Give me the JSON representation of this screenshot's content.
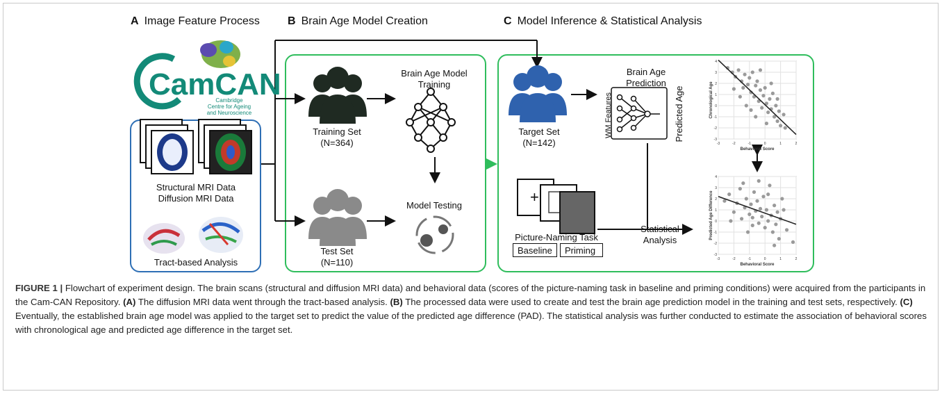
{
  "sections": {
    "a": {
      "letter": "A",
      "title": "Image Feature Process"
    },
    "b": {
      "letter": "B",
      "title": "Brain Age Model Creation"
    },
    "c": {
      "letter": "C",
      "title": "Model Inference & Statistical Analysis"
    }
  },
  "camcan": {
    "logo_text": "CamCAN",
    "sub1": "Cambridge",
    "sub2": "Centre for Ageing",
    "sub3": "and Neuroscience"
  },
  "panel_a": {
    "mri_line1": "Structural MRI Data",
    "mri_line2": "Diffusion MRI Data",
    "tract_label": "Tract-based Analysis"
  },
  "panel_b": {
    "training_set": "Training Set",
    "training_n": "(N=364)",
    "test_set": "Test Set",
    "test_n": "(N=110)",
    "model_training_1": "Brain Age Model",
    "model_training_2": "Training",
    "model_testing": "Model Testing"
  },
  "panel_c": {
    "target_set": "Target Set",
    "target_n": "(N=142)",
    "prediction_1": "Brain Age",
    "prediction_2": "Prediction",
    "wm_features": "WM Features",
    "predicted_age": "Predicted Age",
    "task_label": "Picture-Naming Task",
    "baseline": "Baseline",
    "priming": "Priming",
    "stat_1": "Statistical",
    "stat_2": "Analysis"
  },
  "chart_data": [
    {
      "type": "scatter",
      "xlabel": "Behavioral Score",
      "ylabel": "Chronological Age",
      "x_ticks": [
        "-3",
        "-2",
        "-1",
        "0",
        "1",
        "2"
      ],
      "y_ticks": [
        "4",
        "3",
        "2",
        "1",
        "0",
        "-1",
        "-2",
        "-3"
      ],
      "xlim": [
        -3,
        2
      ],
      "ylim": [
        -3,
        4
      ],
      "grid": true,
      "regression": {
        "x": [
          -3,
          2
        ],
        "y": [
          4.1,
          -2.6
        ]
      },
      "points": [
        [
          -2.4,
          3.4
        ],
        [
          -2.1,
          3.0
        ],
        [
          -1.9,
          2.6
        ],
        [
          -1.7,
          3.2
        ],
        [
          -1.5,
          2.2
        ],
        [
          -1.4,
          1.6
        ],
        [
          -1.3,
          2.8
        ],
        [
          -1.1,
          1.9
        ],
        [
          -1.0,
          2.5
        ],
        [
          -0.9,
          1.2
        ],
        [
          -0.8,
          3.0
        ],
        [
          -0.7,
          0.8
        ],
        [
          -0.6,
          1.8
        ],
        [
          -0.5,
          2.2
        ],
        [
          -0.4,
          0.4
        ],
        [
          -0.3,
          1.4
        ],
        [
          -0.2,
          -0.2
        ],
        [
          -0.1,
          0.9
        ],
        [
          0.0,
          1.6
        ],
        [
          0.1,
          0.2
        ],
        [
          0.2,
          -0.6
        ],
        [
          0.3,
          0.6
        ],
        [
          0.4,
          -0.3
        ],
        [
          0.5,
          1.1
        ],
        [
          0.6,
          -1.0
        ],
        [
          0.7,
          0.0
        ],
        [
          0.8,
          -1.4
        ],
        [
          0.9,
          -0.5
        ],
        [
          1.0,
          -1.8
        ],
        [
          1.2,
          -0.8
        ],
        [
          1.3,
          -2.0
        ],
        [
          -1.6,
          0.8
        ],
        [
          -0.9,
          -0.4
        ],
        [
          -0.3,
          3.2
        ],
        [
          0.4,
          2.0
        ],
        [
          -1.2,
          0.0
        ],
        [
          0.1,
          -1.6
        ],
        [
          0.8,
          0.6
        ],
        [
          -2.0,
          1.5
        ],
        [
          -0.6,
          -1.0
        ]
      ]
    },
    {
      "type": "scatter",
      "xlabel": "Behavioral Score",
      "ylabel": "Predicted Age Difference",
      "x_ticks": [
        "-3",
        "-2",
        "-1",
        "0",
        "1",
        "2"
      ],
      "y_ticks": [
        "4",
        "3",
        "2",
        "1",
        "0",
        "-1",
        "-2",
        "-3"
      ],
      "xlim": [
        -3,
        2
      ],
      "ylim": [
        -3,
        4
      ],
      "grid": true,
      "regression": {
        "x": [
          -3,
          2
        ],
        "y": [
          2.2,
          -0.3
        ]
      },
      "points": [
        [
          -2.6,
          1.8
        ],
        [
          -2.3,
          2.4
        ],
        [
          -2.0,
          0.8
        ],
        [
          -1.8,
          1.6
        ],
        [
          -1.6,
          2.9
        ],
        [
          -1.5,
          0.2
        ],
        [
          -1.3,
          1.2
        ],
        [
          -1.2,
          2.0
        ],
        [
          -1.0,
          0.6
        ],
        [
          -0.9,
          1.5
        ],
        [
          -0.8,
          -0.4
        ],
        [
          -0.7,
          2.6
        ],
        [
          -0.6,
          0.9
        ],
        [
          -0.5,
          1.8
        ],
        [
          -0.4,
          -0.2
        ],
        [
          -0.3,
          1.1
        ],
        [
          -0.2,
          0.4
        ],
        [
          -0.1,
          2.2
        ],
        [
          0.0,
          -0.6
        ],
        [
          0.1,
          1.0
        ],
        [
          0.2,
          0.0
        ],
        [
          0.3,
          3.2
        ],
        [
          0.4,
          0.5
        ],
        [
          0.5,
          -1.0
        ],
        [
          0.6,
          1.4
        ],
        [
          0.7,
          -0.3
        ],
        [
          0.8,
          0.8
        ],
        [
          0.9,
          -1.6
        ],
        [
          1.0,
          0.2
        ],
        [
          1.2,
          1.0
        ],
        [
          1.4,
          -0.8
        ],
        [
          1.8,
          -1.9
        ],
        [
          -2.2,
          0.0
        ],
        [
          -1.1,
          -1.0
        ],
        [
          -0.4,
          3.6
        ],
        [
          0.2,
          2.4
        ],
        [
          0.6,
          -2.2
        ],
        [
          -1.4,
          3.4
        ],
        [
          1.1,
          2.0
        ],
        [
          -0.8,
          0.3
        ]
      ]
    }
  ],
  "caption": {
    "figure_label": "FIGURE 1 |",
    "intro": " Flowchart of experiment design. The brain scans (structural and diffusion MRI data) and behavioral data (scores of the picture-naming task in baseline and priming conditions) were acquired from the participants in the Cam-CAN Repository. ",
    "a_tag": "(A)",
    "a_text": " The diffusion MRI data went through the tract-based analysis. ",
    "b_tag": "(B)",
    "b_text": " The processed data were used to create and test the brain age prediction model in the training and test sets, respectively. ",
    "c_tag": "(C)",
    "c_text": " Eventually, the established brain age model was applied to the target set to predict the value of the predicted age difference (PAD). The statistical analysis was further conducted to estimate the association of behavioral scores with chronological age and predicted age difference in the target set."
  },
  "colors": {
    "blue_box": "#2e6fb5",
    "green_box": "#2fbd5c",
    "dark_people": "#1f2a22",
    "grey_people": "#8a8a8a",
    "blue_people": "#2f62ae"
  }
}
